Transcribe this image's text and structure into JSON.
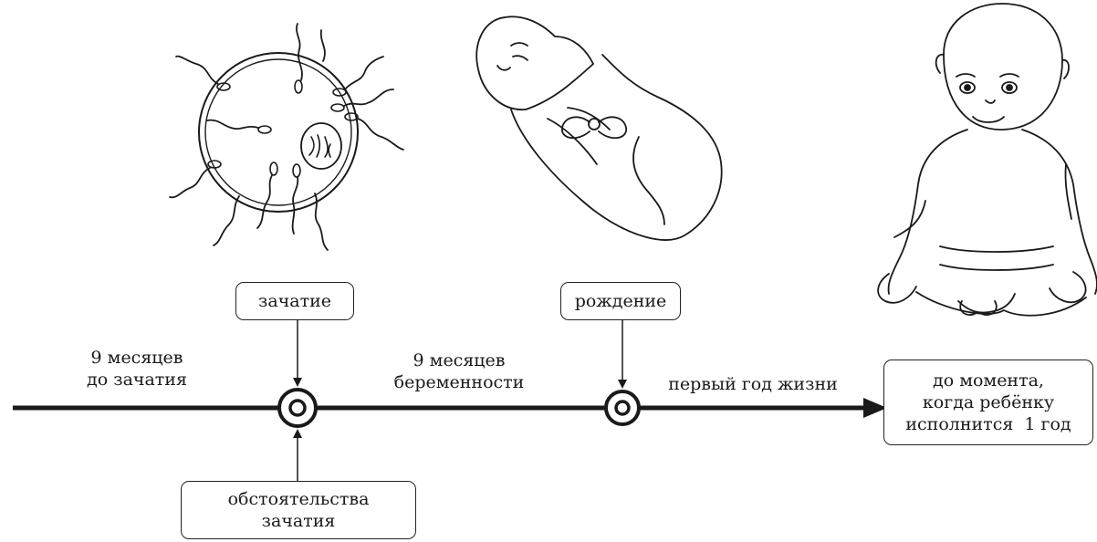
{
  "timeline": {
    "before_conception": [
      "9 месяцев",
      "до зачатия"
    ],
    "pregnancy": [
      "9 месяцев",
      "беременности"
    ],
    "first_year": "первый год жизни"
  },
  "boxes": {
    "conception": "зачатие",
    "birth": "рождение",
    "conception_circumstances": [
      "обстоятельства",
      "зачатия"
    ],
    "until_one_year": [
      "до момента,",
      "когда ребёнку",
      "исполнится  1 год"
    ]
  },
  "illustrations": [
    {
      "name": "ovum-with-sperm-illustration"
    },
    {
      "name": "swaddled-newborn-illustration"
    },
    {
      "name": "sitting-baby-illustration"
    }
  ],
  "colors": {
    "line": "#1a1a1a",
    "background": "#ffffff"
  }
}
